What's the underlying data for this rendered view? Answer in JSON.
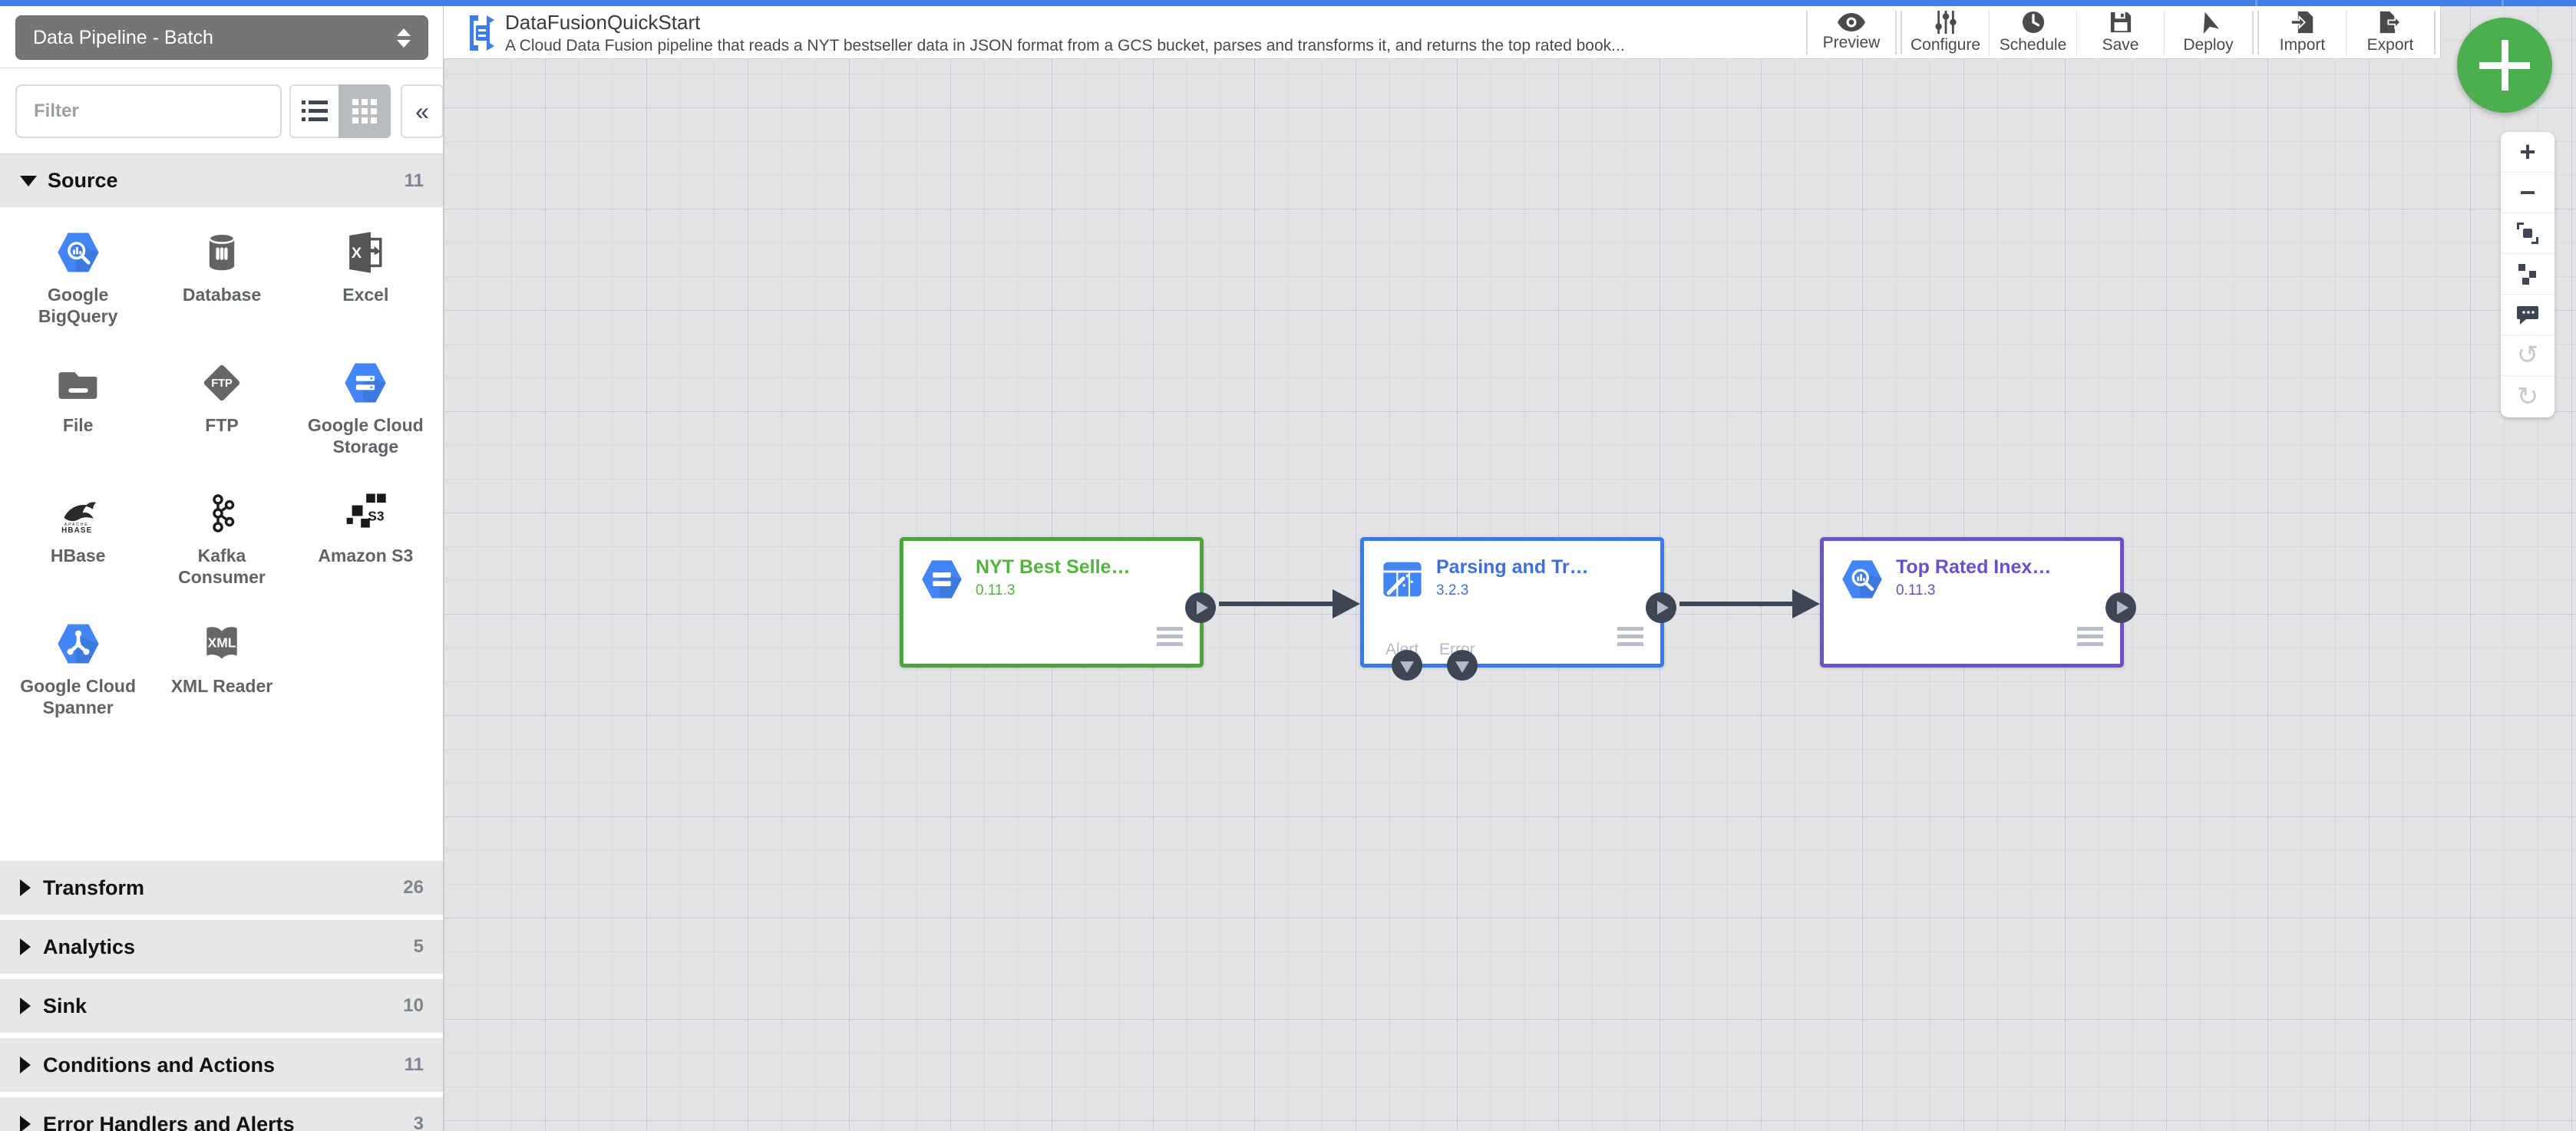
{
  "app": {
    "accent_blue": "#3e7de8",
    "fab_green": "#4cae4f",
    "canvas_bg": "#e2e3e5"
  },
  "sidebar": {
    "pipeline_type": "Data Pipeline - Batch",
    "filter_placeholder": "Filter",
    "collapse_glyph": "«",
    "source_section": {
      "label": "Source",
      "count": "11"
    },
    "plugins": [
      {
        "label": "Google BigQuery",
        "icon": "bigquery-hexagon-icon"
      },
      {
        "label": "Database",
        "icon": "database-cylinder-icon"
      },
      {
        "label": "Excel",
        "icon": "excel-icon"
      },
      {
        "label": "File",
        "icon": "folder-icon"
      },
      {
        "label": "FTP",
        "icon": "ftp-diamond-icon"
      },
      {
        "label": "Google Cloud Storage",
        "icon": "gcs-hexagon-icon"
      },
      {
        "label": "HBase",
        "icon": "hbase-orca-icon"
      },
      {
        "label": "Kafka Consumer",
        "icon": "kafka-icon"
      },
      {
        "label": "Amazon S3",
        "icon": "s3-cubes-icon"
      },
      {
        "label": "Google Cloud Spanner",
        "icon": "spanner-hexagon-icon"
      },
      {
        "label": "XML Reader",
        "icon": "xml-book-icon"
      }
    ],
    "collapsed_sections": [
      {
        "label": "Transform",
        "count": "26"
      },
      {
        "label": "Analytics",
        "count": "5"
      },
      {
        "label": "Sink",
        "count": "10"
      },
      {
        "label": "Conditions and Actions",
        "count": "11"
      },
      {
        "label": "Error Handlers and Alerts",
        "count": "3"
      }
    ]
  },
  "header": {
    "title": "DataFusionQuickStart",
    "description": "A Cloud Data Fusion pipeline that reads a NYT bestseller data in JSON format from a GCS bucket, parses and transforms it, and returns the top rated book...",
    "actions": [
      {
        "label": "Preview",
        "icon": "eye-icon"
      },
      {
        "label": "Configure",
        "icon": "sliders-icon"
      },
      {
        "label": "Schedule",
        "icon": "clock-icon"
      },
      {
        "label": "Save",
        "icon": "floppy-icon"
      },
      {
        "label": "Deploy",
        "icon": "paper-plane-icon"
      },
      {
        "label": "Import",
        "icon": "import-doc-icon"
      },
      {
        "label": "Export",
        "icon": "export-doc-icon"
      }
    ]
  },
  "pipeline": {
    "nodes": [
      {
        "title": "NYT Best Selle…",
        "version": "0.11.3",
        "accent": "#4ba438",
        "icon": "gcs-hexagon-icon"
      },
      {
        "title": "Parsing and Tr…",
        "version": "3.2.3",
        "accent": "#3a79e8",
        "icon": "wrangler-icon",
        "alert_label": "Alert",
        "error_label": "Error"
      },
      {
        "title": "Top Rated Inex…",
        "version": "0.11.3",
        "accent": "#7050c8",
        "icon": "bigquery-hexagon-icon"
      }
    ],
    "connection_color": "#3e4656",
    "annotation_arrow_color": "#e5432e"
  },
  "zoom_controls": {
    "items": [
      "zoom-in",
      "zoom-out",
      "fit-to-screen",
      "align-plugins",
      "pipeline-comments",
      "undo",
      "redo"
    ]
  },
  "fab": {
    "glyph": "+"
  }
}
